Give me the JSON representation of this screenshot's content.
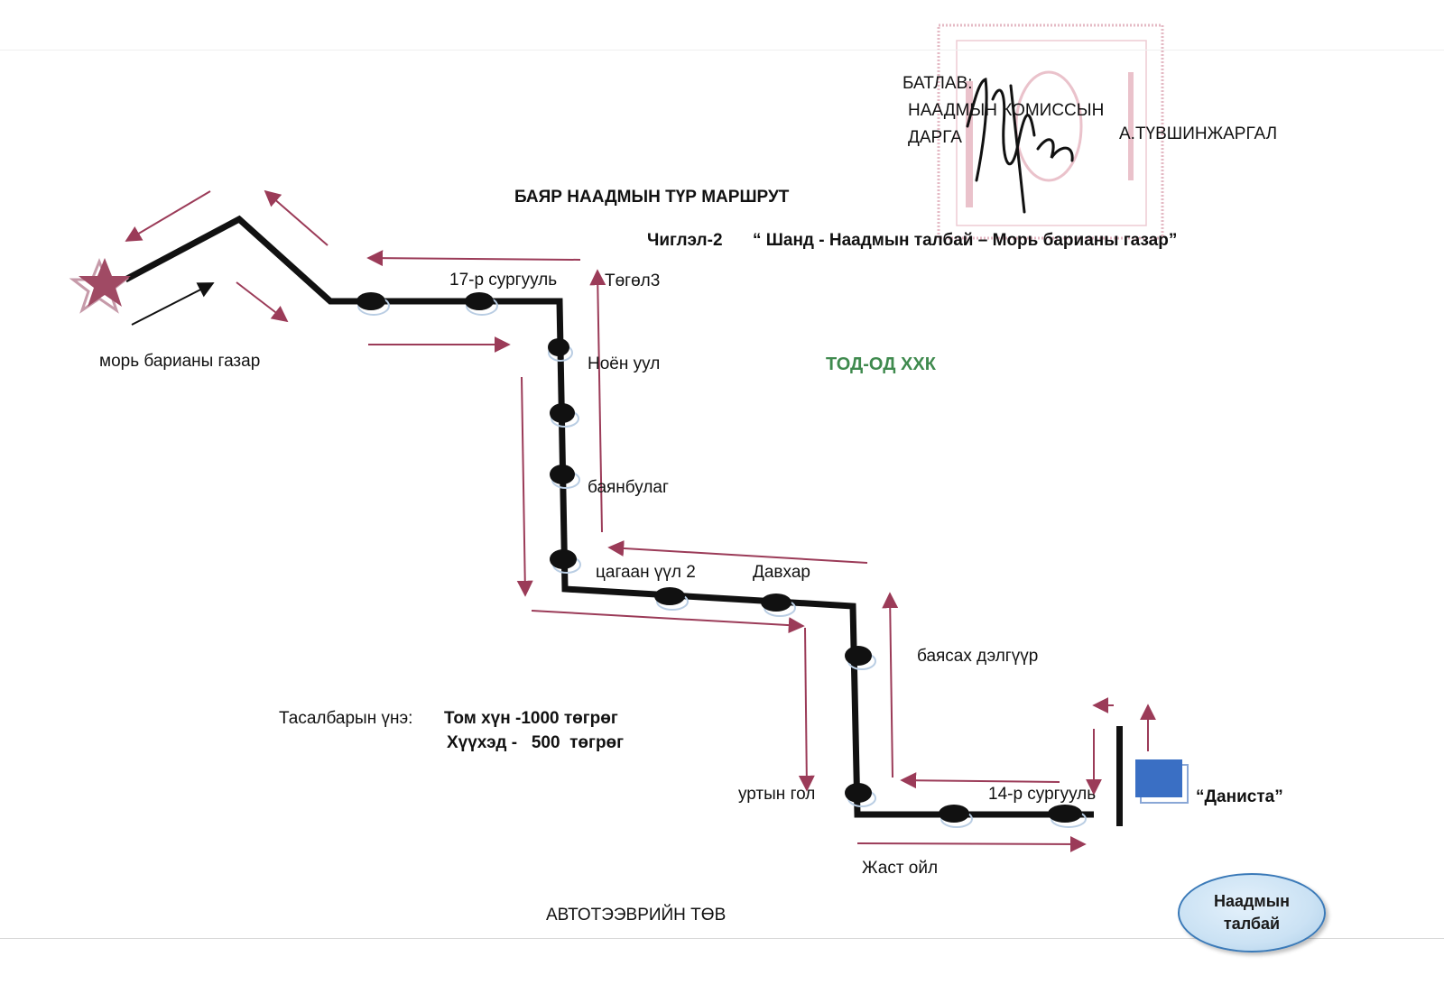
{
  "title": "БАЯР НААДМЫН ТҮР МАРШРУТ",
  "route": {
    "code": "Чиглэл-2",
    "name": "“ Шанд - Наадмын талбай – Морь барианы газар”"
  },
  "approval": {
    "line1": "БАТЛАВ:",
    "line2": "НААДМЫН КОМИССЫН",
    "line3": "ДАРГА",
    "name": "А.ТҮВШИНЖАРГАЛ"
  },
  "company": "ТОД-ОД ХХК",
  "destination": "морь барианы газар",
  "stops": {
    "school17": "17-р сургууль",
    "tegel3": "Төгөл3",
    "noyon_uul": "Ноён уул",
    "bayanbulag": "баянбулаг",
    "tsagaan_uul2": "цагаан үүл 2",
    "davkhar": "Давхар",
    "bayasakh": "баясах дэлгүүр",
    "urtyn_gol": "уртын гол",
    "school14": "14-р сургууль",
    "zhast_oil": "Жаст ойл",
    "danista": "“Даниста”"
  },
  "fare": {
    "label": "Тасалбарын үнэ:",
    "adult": "Том хүн -1000 төгрөг",
    "child": "Хүүхэд -   500  төгрөг"
  },
  "autotransport": "АВТОТЭЭВРИЙН ТӨВ",
  "badge": {
    "line1": "Наадмын",
    "line2": "талбай"
  },
  "colors": {
    "route": "#111111",
    "arrow": "#9b3b58",
    "star": "#a04a64",
    "stamp": "#d9a0ae",
    "building": "#3a6fc4",
    "company_text": "#3f8a4e"
  }
}
